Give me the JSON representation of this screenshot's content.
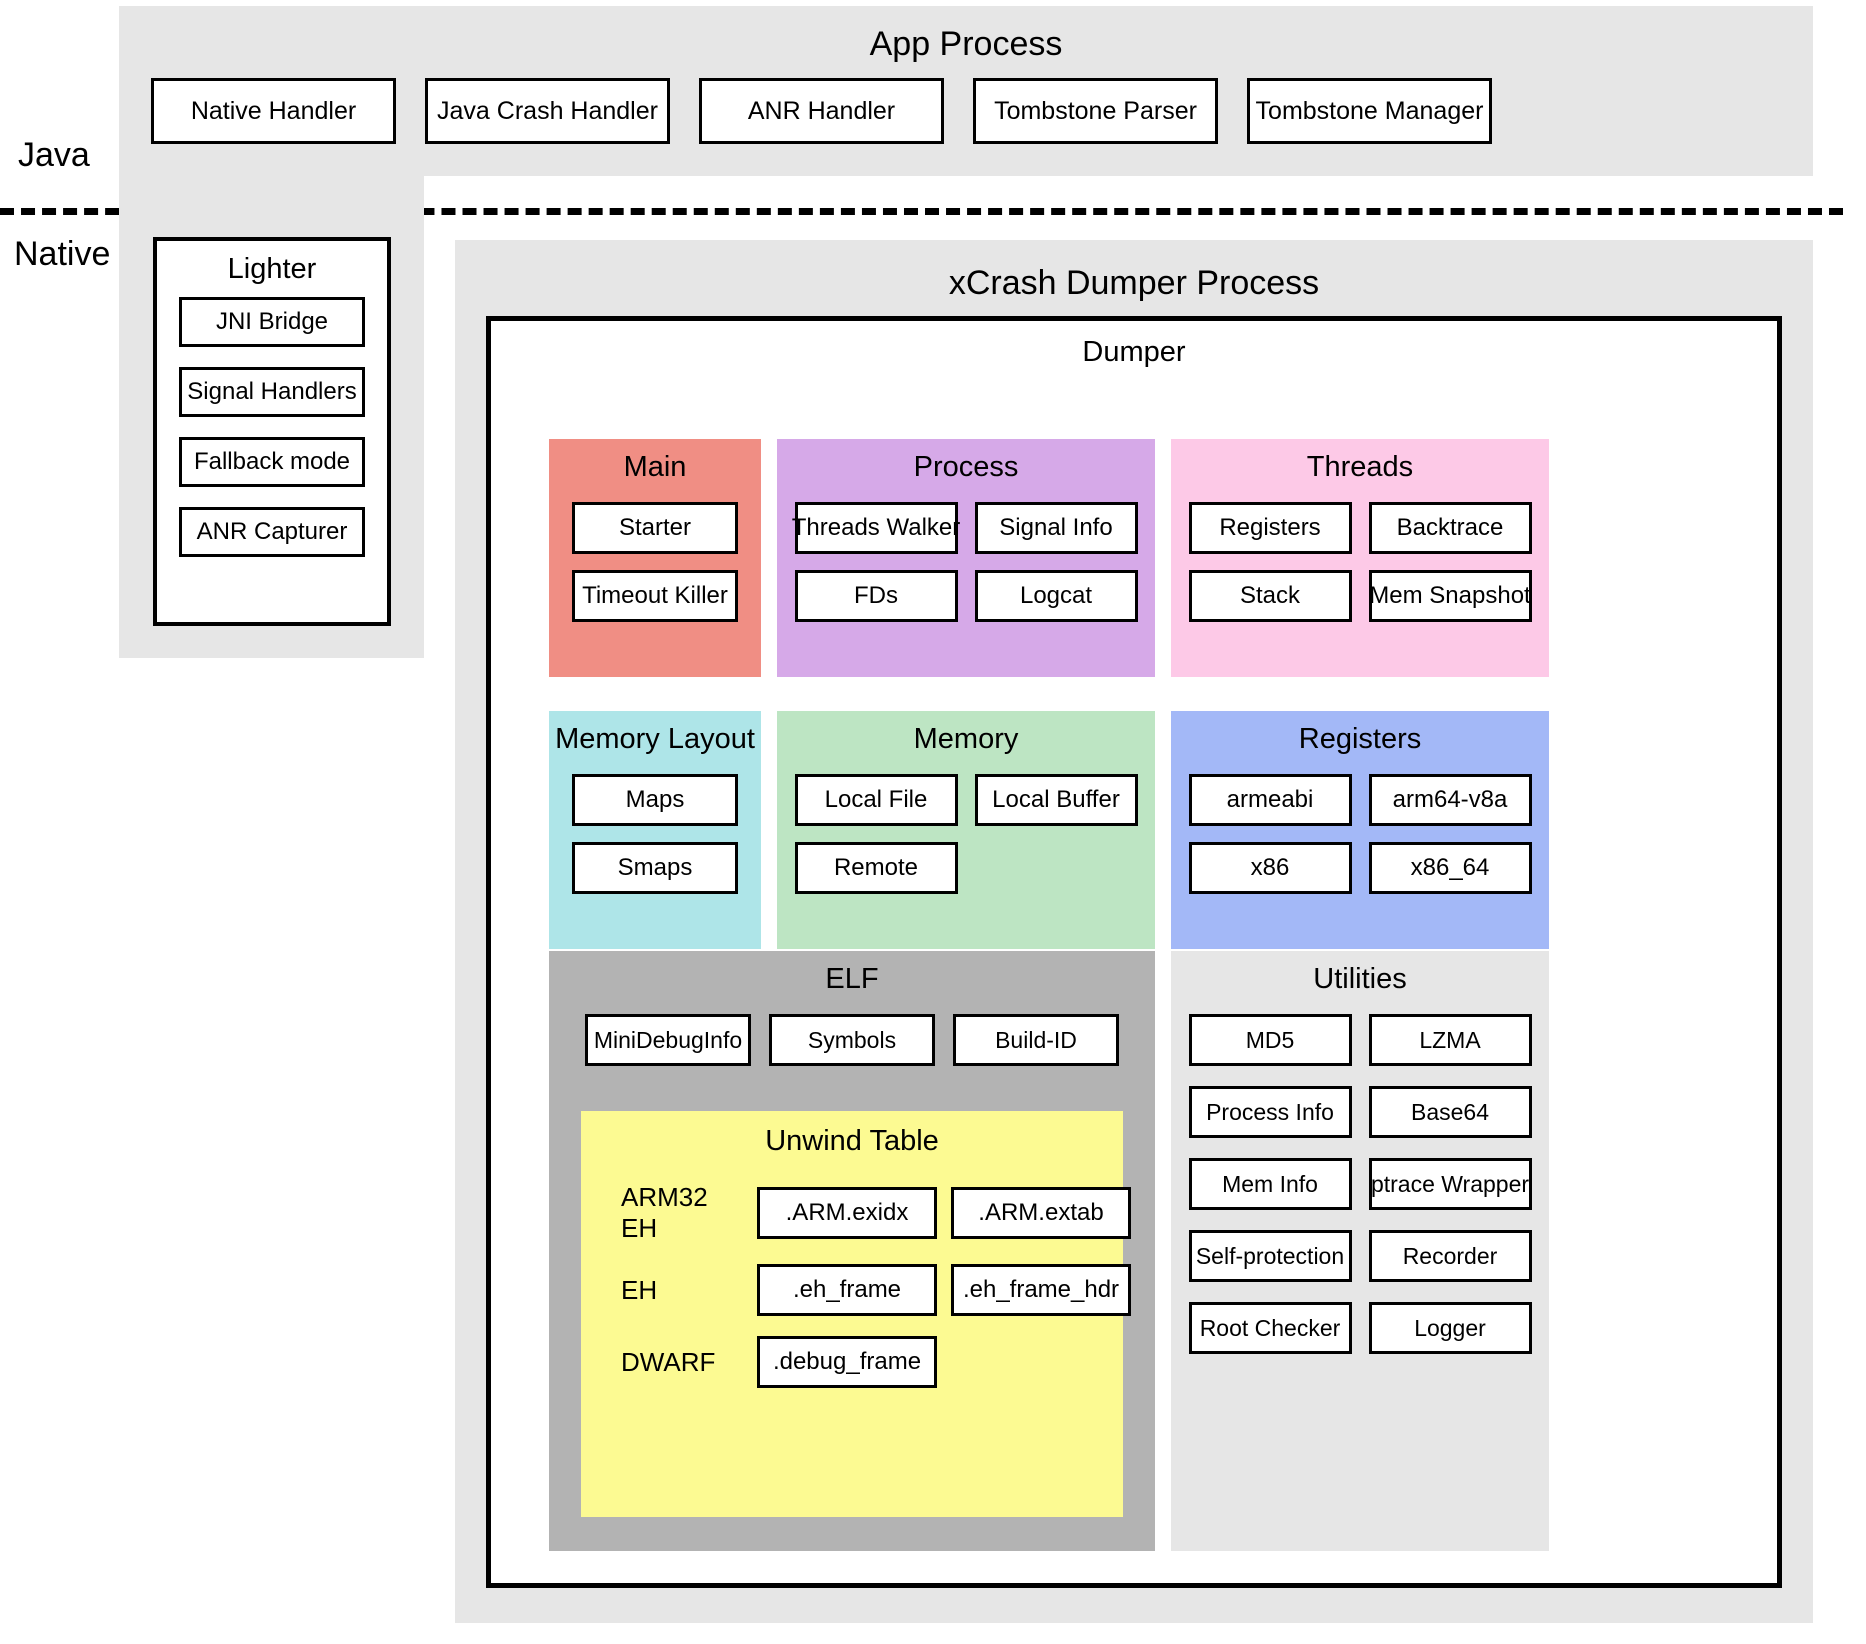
{
  "axis_labels": {
    "java": "Java",
    "native": "Native"
  },
  "app_process": {
    "title": "App Process",
    "handlers": [
      "Native Handler",
      "Java Crash Handler",
      "ANR Handler",
      "Tombstone Parser",
      "Tombstone Manager"
    ]
  },
  "lighter": {
    "title": "Lighter",
    "items": [
      "JNI Bridge",
      "Signal Handlers",
      "Fallback mode",
      "ANR Capturer"
    ]
  },
  "dumper_process": {
    "title": "xCrash Dumper Process",
    "dumper_title": "Dumper",
    "panels": {
      "main": {
        "title": "Main",
        "color": "#f08e84",
        "items": [
          "Starter",
          "Timeout Killer"
        ]
      },
      "process": {
        "title": "Process",
        "color": "#d6a9e8",
        "items": [
          "Threads Walker",
          "Signal Info",
          "FDs",
          "Logcat"
        ]
      },
      "threads": {
        "title": "Threads",
        "color": "#fdc9e7",
        "items": [
          "Registers",
          "Backtrace",
          "Stack",
          "Mem Snapshot"
        ]
      },
      "memory_layout": {
        "title": "Memory Layout",
        "color": "#aee5e8",
        "items": [
          "Maps",
          "Smaps"
        ]
      },
      "memory": {
        "title": "Memory",
        "color": "#bde5c3",
        "items": [
          "Local File",
          "Local Buffer",
          "Remote"
        ]
      },
      "registers": {
        "title": "Registers",
        "color": "#a3b8f7",
        "items": [
          "armeabi",
          "arm64-v8a",
          "x86",
          "x86_64"
        ]
      },
      "elf": {
        "title": "ELF",
        "color": "#b3b3b3",
        "items": [
          "MiniDebugInfo",
          "Symbols",
          "Build-ID"
        ],
        "unwind_table": {
          "title": "Unwind Table",
          "color": "#fcfa92",
          "rows": [
            {
              "label": "ARM32 EH",
              "sections": [
                ".ARM.exidx",
                ".ARM.extab"
              ]
            },
            {
              "label": "EH",
              "sections": [
                ".eh_frame",
                ".eh_frame_hdr"
              ]
            },
            {
              "label": "DWARF",
              "sections": [
                ".debug_frame"
              ]
            }
          ]
        }
      },
      "utilities": {
        "title": "Utilities",
        "color": "#e6e6e6",
        "items": [
          "MD5",
          "LZMA",
          "Process Info",
          "Base64",
          "Mem Info",
          "ptrace Wrapper",
          "Self-protection",
          "Recorder",
          "Root Checker",
          "Logger"
        ]
      }
    }
  },
  "colors": {
    "band_gray": "#e6e6e6",
    "stroke": "#000000",
    "node_fill": "#ffffff"
  }
}
